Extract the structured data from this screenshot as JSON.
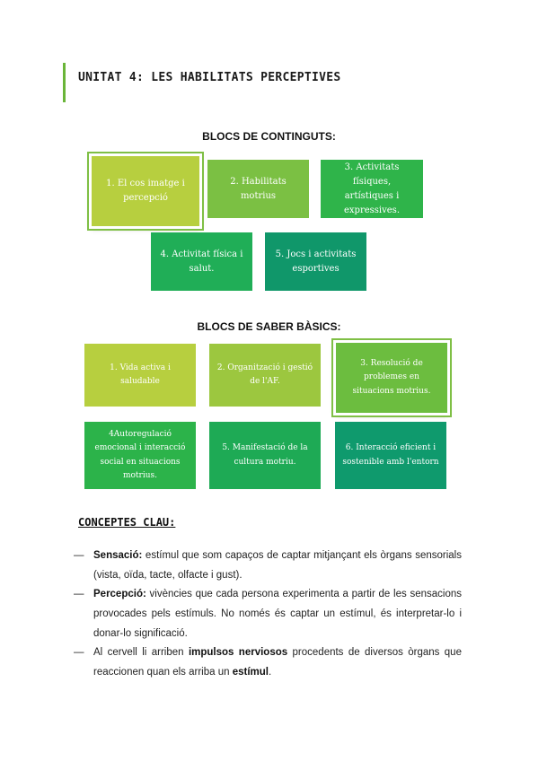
{
  "unit_title": "UNITAT 4: LES HABILITATS PERCEPTIVES",
  "blocs_continguts": {
    "heading": "BLOCS DE CONTINGUTS:",
    "items": [
      {
        "label": "1. El cos imatge i percepció",
        "color": "#b7cf3f"
      },
      {
        "label": "2. Habilitats motrius",
        "color": "#7bc043"
      },
      {
        "label": "3. Activitats físiques, artístiques i expressives.",
        "color": "#2fb44a"
      },
      {
        "label": "4. Activitat física i salut.",
        "color": "#20ae57"
      },
      {
        "label": "5. Jocs i activitats esportives",
        "color": "#10976a"
      }
    ]
  },
  "blocs_saber": {
    "heading": "BLOCS DE SABER BÀSICS:",
    "items": [
      {
        "label": "1. Vida activa i saludable",
        "color": "#b7cf3f"
      },
      {
        "label": "2. Organització i gestió de l'AF.",
        "color": "#9cc73f"
      },
      {
        "label": "3. Resolució de problemes en situacions motrius.",
        "color": "#6cbd3f"
      },
      {
        "label": "4Autoregulació emocional i interacció social en situacions motrius.",
        "color": "#2cb34a"
      },
      {
        "label": "5. Manifestació de la cultura motriu.",
        "color": "#1eaa55"
      },
      {
        "label": "6. Interacció eficient i sostenible amb l'entorn",
        "color": "#0f9a6d"
      }
    ]
  },
  "concepts": {
    "title": "CONCEPTES CLAU:",
    "dash": "—",
    "items": [
      {
        "term": "Sensació:",
        "text": " estímul que som capaços de captar mitjançant els òrgans sensorials (vista, oïda, tacte, olfacte i gust)."
      },
      {
        "term": "Percepció:",
        "text": " vivències que cada persona experimenta a partir de les sensacions provocades pels estímuls. No només és captar un estímul, és interpretar-lo i donar-lo significació."
      },
      {
        "pre": "Al cervell li arriben ",
        "bold1": "impulsos nerviosos",
        "mid": " procedents de diversos òrgans que reaccionen quan els arriba un ",
        "bold2": "estímul",
        "post": "."
      }
    ]
  }
}
